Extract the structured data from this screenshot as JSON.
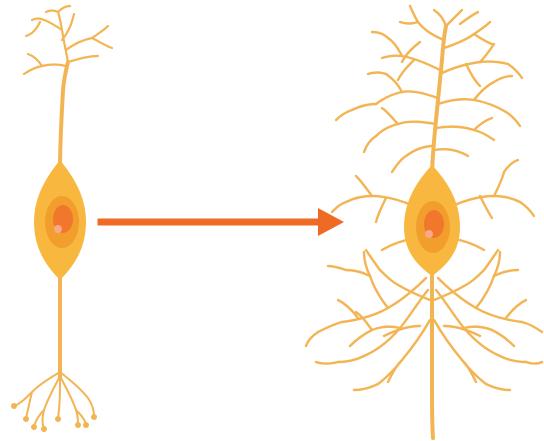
{
  "colors": {
    "background": "#ffffff",
    "dendrite": "#f3b553",
    "soma_outer": "#f8b840",
    "soma_inner": "#f19e2d",
    "nucleus": "#f0772b",
    "nucleolus": "#f7a98a",
    "arrow": "#ee6a25"
  },
  "diagram": {
    "left_neuron": {
      "state": "simple",
      "branching": "sparse"
    },
    "arrow": {
      "direction": "right",
      "meaning": "transformation"
    },
    "right_neuron": {
      "state": "complex",
      "branching": "extensive"
    }
  }
}
